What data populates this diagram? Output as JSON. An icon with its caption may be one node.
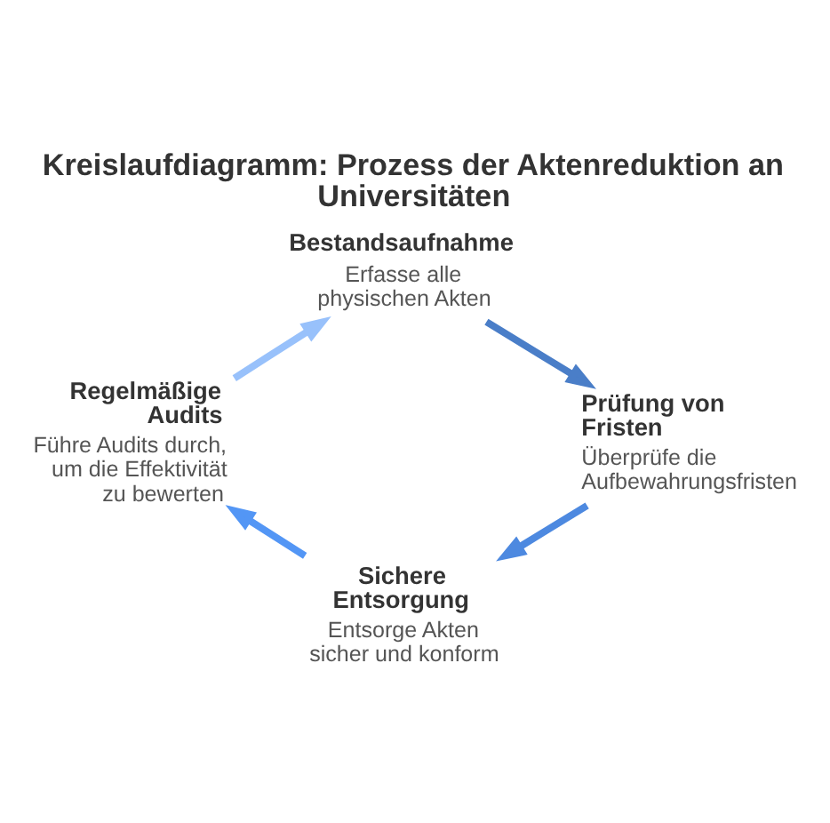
{
  "diagram": {
    "title": "Kreislaufdiagramm: Prozess der Aktenreduktion an Universitäten",
    "nodes": [
      {
        "text": [
          "Bestandsaufnahme",
          "Erfasse alle physischen Akten"
        ]
      },
      {
        "text": [
          "Prüfung von Fristen",
          "Überprüfe die Aufbewahrungsfristen"
        ]
      },
      {
        "text": [
          "Sichere Entsorgung",
          "Entsorge Akten sicher und konform"
        ]
      },
      {
        "text": [
          "Regelmäßige Audits",
          "Führe Audits durch, um die Effektivität zu bewerten"
        ]
      }
    ],
    "edges": [
      {
        "from": 0,
        "to": 1,
        "arrow": "to",
        "color": "#4a7ec8"
      },
      {
        "from": 1,
        "to": 2,
        "arrow": "to",
        "color": "#4d89e0"
      },
      {
        "from": 2,
        "to": 3,
        "arrow": "to",
        "color": "#5396f5"
      },
      {
        "from": 3,
        "to": 0,
        "arrow": "to",
        "color": "#98c1fb"
      }
    ]
  }
}
